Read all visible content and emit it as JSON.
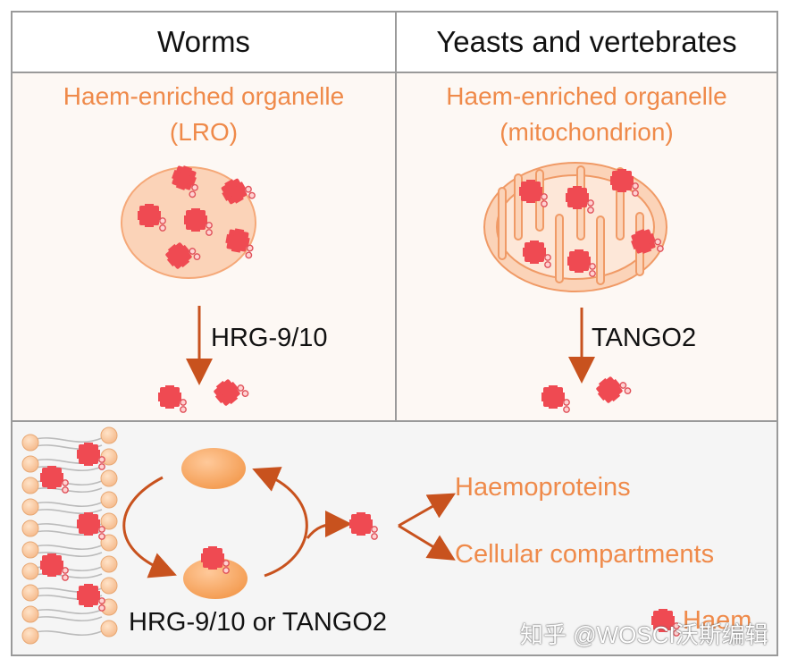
{
  "headers": {
    "left": "Worms",
    "right": "Yeasts and vertebrates"
  },
  "left_panel": {
    "organelle_title": "Haem-enriched organelle",
    "organelle_name": "(LRO)",
    "transporter": "HRG-9/10"
  },
  "right_panel": {
    "organelle_title": "Haem-enriched organelle",
    "organelle_name": "(mitochondrion)",
    "transporter": "TANGO2"
  },
  "bottom_panel": {
    "transporter": "HRG-9/10 or TANGO2",
    "destination_1": "Haemoproteins",
    "destination_2": "Cellular compartments",
    "legend_label": "Haem"
  },
  "watermark": "知乎 @WOSCI沃斯编辑",
  "colors": {
    "accent_orange": "#ef8a4a",
    "arrow": "#c8521e",
    "haem": "#ef4a52",
    "organelle_fill": "#fbd3b8",
    "border": "#9a9a9a"
  }
}
